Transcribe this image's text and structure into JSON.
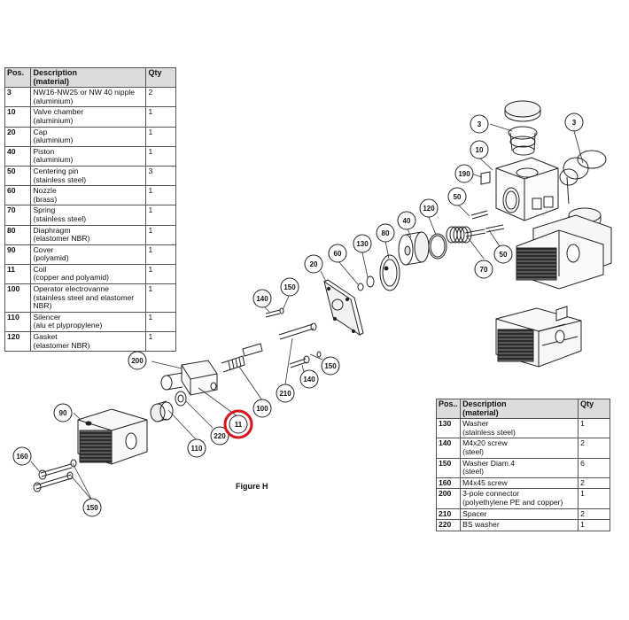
{
  "table1": {
    "headers": {
      "pos": "Pos.",
      "desc": "Description",
      "desc_sub": "(material)",
      "qty": "Qty"
    },
    "rows": [
      {
        "pos": "3",
        "desc": "NW16-NW25 or NW 40 nipple",
        "material": "(aluminium)",
        "qty": "2"
      },
      {
        "pos": "10",
        "desc": "Valve chamber",
        "material": "(aluminium)",
        "qty": "1"
      },
      {
        "pos": "20",
        "desc": "Cap",
        "material": "(aluminium)",
        "qty": "1"
      },
      {
        "pos": "40",
        "desc": "Piston",
        "material": "(aluminium)",
        "qty": "1"
      },
      {
        "pos": "50",
        "desc": "Centering pin",
        "material": "(stainless steel)",
        "qty": "3"
      },
      {
        "pos": "60",
        "desc": "Nozzle",
        "material": "(brass)",
        "qty": "1"
      },
      {
        "pos": "70",
        "desc": "Spring",
        "material": "(stainless steel)",
        "qty": "1"
      },
      {
        "pos": "80",
        "desc": "Diaphragm",
        "material": "(elastomer NBR)",
        "qty": "1"
      },
      {
        "pos": "90",
        "desc": "Cover",
        "material": "(polyamid)",
        "qty": "1"
      },
      {
        "pos": "11",
        "desc": "Coil",
        "material": "(copper and polyamid)",
        "qty": "1"
      },
      {
        "pos": "100",
        "desc": "Operator electrovanne",
        "material": "(stainless steel and elastomer NBR)",
        "qty": "1"
      },
      {
        "pos": "110",
        "desc": "Silencer",
        "material": "(alu et plypropylene)",
        "qty": "1"
      },
      {
        "pos": "120",
        "desc": "Gasket",
        "material": "(elastomer NBR)",
        "qty": "1"
      }
    ]
  },
  "table2": {
    "headers": {
      "pos": "Pos..",
      "desc": "Description",
      "desc_sub": "(material)",
      "qty": "Qty"
    },
    "rows": [
      {
        "pos": "130",
        "desc": "Washer",
        "material": "(stainless steel)",
        "qty": "1"
      },
      {
        "pos": "140",
        "desc": "M4x20 screw",
        "material": "(steel)",
        "qty": "2"
      },
      {
        "pos": "150",
        "desc": "Washer Diam.4",
        "material": "(steel)",
        "qty": "6"
      },
      {
        "pos": "160",
        "desc": "M4x45 screw",
        "material": "",
        "qty": "2"
      },
      {
        "pos": "200",
        "desc": "3-pole connector",
        "material": "(polyethylene PE and copper)",
        "qty": "1"
      },
      {
        "pos": "210",
        "desc": "Spacer",
        "material": "",
        "qty": "2"
      },
      {
        "pos": "220",
        "desc": "BS washer",
        "material": "",
        "qty": "1"
      }
    ]
  },
  "figure": {
    "caption": "Figure H",
    "highlight_color": "#d8141b",
    "callouts": {
      "c3a": "3",
      "c3b": "3",
      "c10": "10",
      "c190": "190",
      "c50a": "50",
      "c50b": "50",
      "c70": "70",
      "c40": "40",
      "c120": "120",
      "c80": "80",
      "c130": "130",
      "c60": "60",
      "c20": "20",
      "c150a": "150",
      "c140a": "140",
      "c200": "200",
      "c100": "100",
      "c150b": "150",
      "c140b": "140",
      "c210": "210",
      "c11": "11",
      "c90": "90",
      "c220": "220",
      "c110": "110",
      "c160": "160",
      "c150c": "150"
    }
  }
}
